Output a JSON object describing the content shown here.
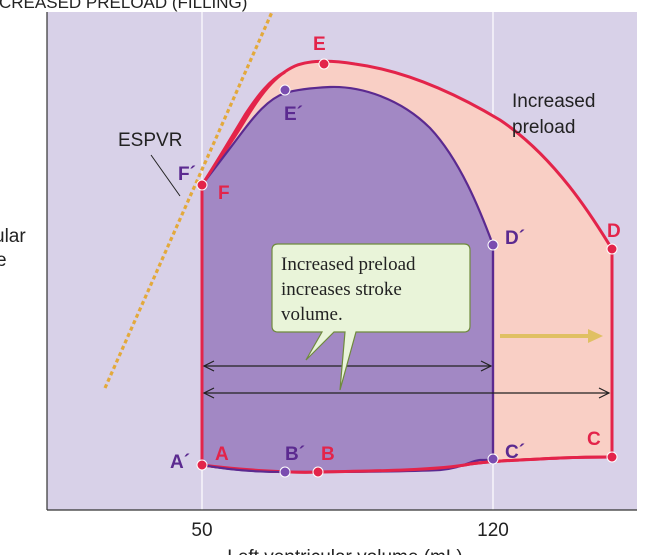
{
  "header": {
    "title": "INCREASED PRELOAD (FILLING)"
  },
  "axes": {
    "xlabel": "Left ventricular volume (mL)",
    "ylabel_visible": [
      "ular",
      "e"
    ],
    "xticks": [
      "50",
      "120"
    ]
  },
  "labels": {
    "espvr": "ESPVR",
    "increased_preload": [
      "Increased",
      "preload"
    ],
    "callout": [
      "Increased preload",
      "increases stroke",
      "volume."
    ]
  },
  "points": {
    "baseline": {
      "A": "A´",
      "B": "B´",
      "C": "C´",
      "D": "D´",
      "E": "E´",
      "F": "F´"
    },
    "increased": {
      "A": "A",
      "B": "B",
      "C": "C",
      "D": "D",
      "E": "E",
      "F": "F"
    }
  },
  "colors": {
    "background": "#d8d1e8",
    "baseline_loop_fill": "#a288c4",
    "increased_loop_fill": "#f9cfc5",
    "increased_loop_stroke": "#e3244a",
    "baseline_loop_stroke": "#5b2a90",
    "espvr_line": "#e3a93b",
    "arrow": "#e0c063",
    "callout_bg": "#e9f4d9",
    "callout_border": "#6f8a3d"
  }
}
